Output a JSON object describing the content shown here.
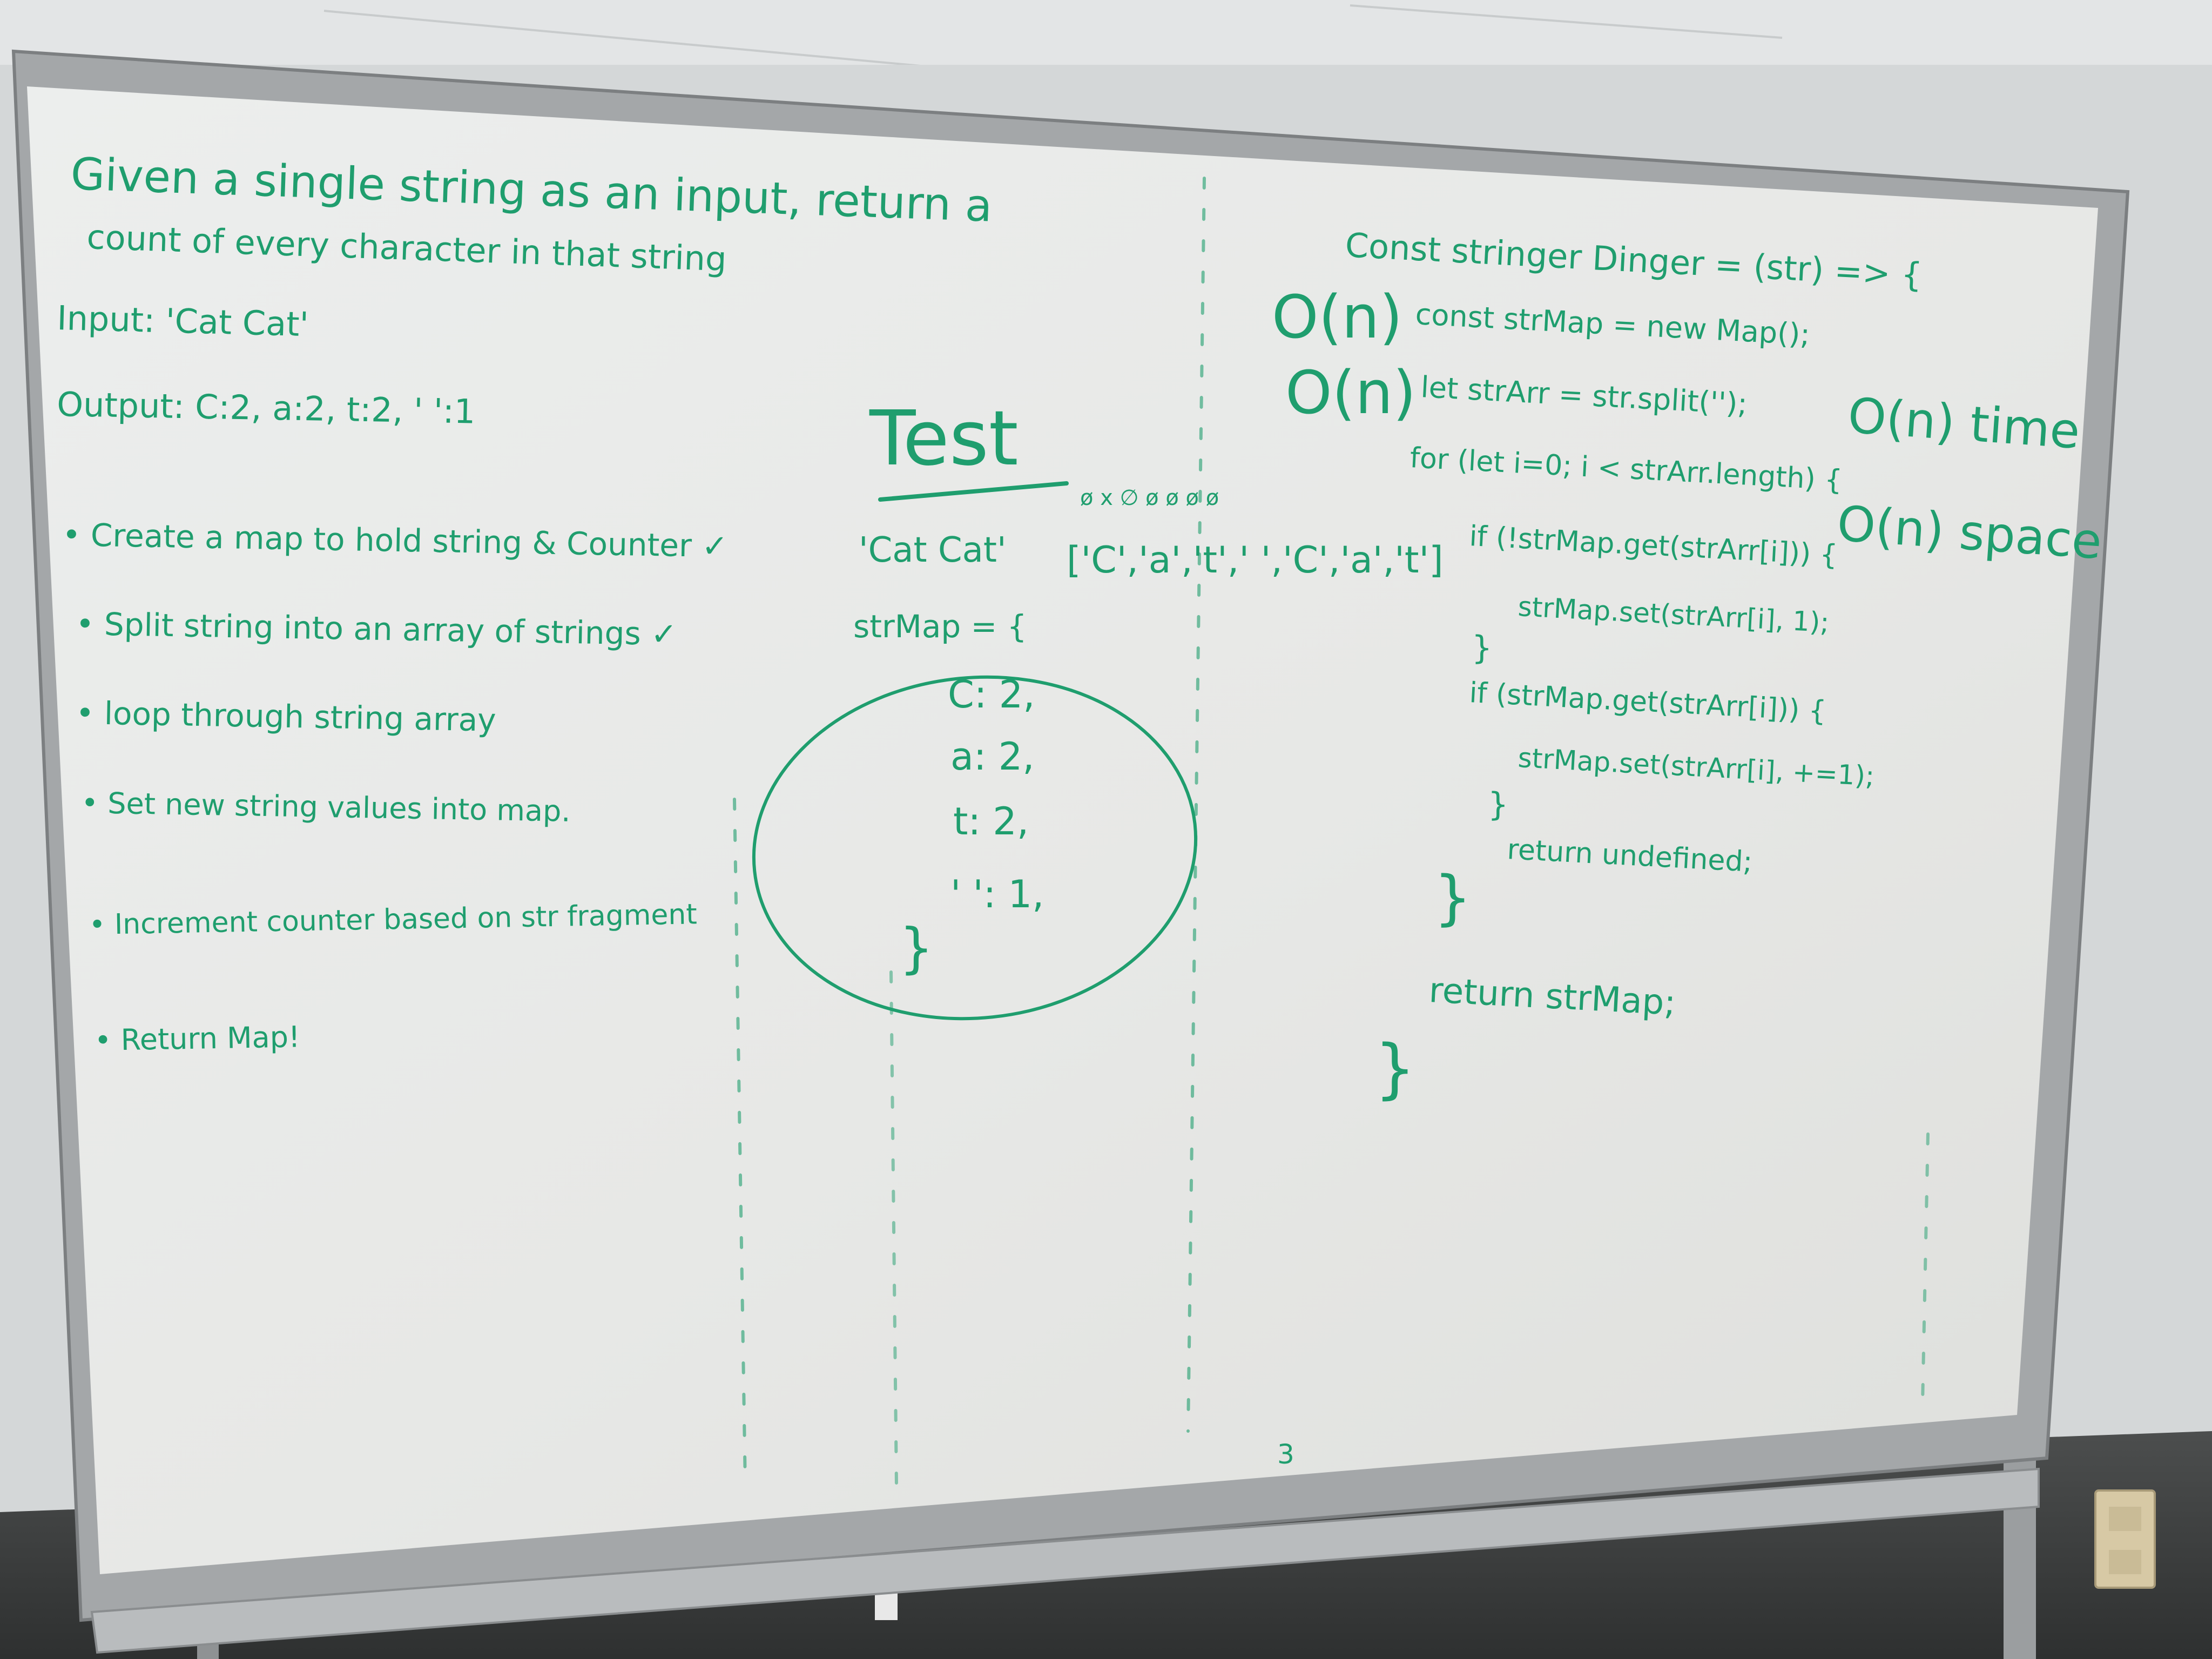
{
  "colors": {
    "ink": "#1f9e6e",
    "board": "#ebeceb",
    "frame": "#9ea1a3",
    "wall": "#d3d6d7"
  },
  "left": {
    "problem_line1": "Given a single string as an input, return a",
    "problem_line2": "count of every character in that string",
    "input": "Input: 'Cat Cat'",
    "output": "Output: C:2, a:2, t:2, ' ':1",
    "steps": [
      "• Create a map to hold string & Counter ✓",
      "• Split string into an array of strings ✓",
      "• loop through string array",
      "• Set new string values into map.",
      "• Increment counter based on str fragment",
      "• Return Map!"
    ]
  },
  "middle": {
    "heading": "Test",
    "test_input": "'Cat Cat'",
    "array_marks": "ø  x  ∅  ø  ø  ø  ø",
    "array": "['C','a','t',' ','C','a','t']",
    "map_open": "strMap = {",
    "map_lines": [
      "C: 2,",
      "a: 2,",
      "t: 2,",
      "' ': 1,"
    ],
    "map_close": "}"
  },
  "right": {
    "code": [
      "Const  stringer Dinger = (str) => {",
      "const strMap = new Map();",
      "let strArr = str.split('');",
      "for (let i=0; i < strArr.length) {",
      "if (!strMap.get(strArr[i])) {",
      "strMap.set(strArr[i], 1);",
      "}",
      "if (strMap.get(strArr[i])) {",
      "strMap.set(strArr[i], +=1);",
      "}",
      "return undefined;",
      "}",
      "return strMap;",
      "}"
    ],
    "bigo_time_line": "O(n)",
    "bigo_space_line": "O(n)",
    "complexity_time": "O(n) time",
    "complexity_space": "O(n) space"
  },
  "bottom_mark": "3"
}
